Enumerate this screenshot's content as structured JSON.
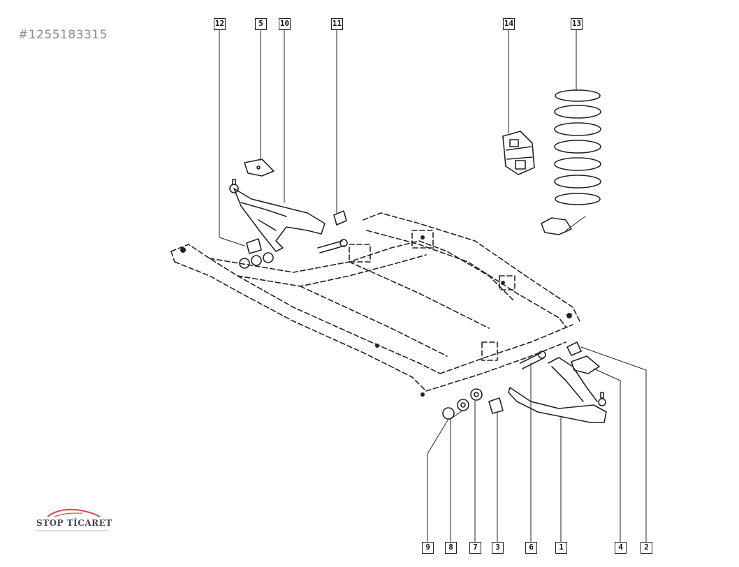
{
  "reference_id": "#1255183315",
  "watermark": {
    "text": "STOP TİCARET"
  },
  "callouts": [
    {
      "label": "12"
    },
    {
      "label": "5"
    },
    {
      "label": "10"
    },
    {
      "label": "11"
    },
    {
      "label": "14"
    },
    {
      "label": "13"
    },
    {
      "label": "9"
    },
    {
      "label": "8"
    },
    {
      "label": "7"
    },
    {
      "label": "3"
    },
    {
      "label": "6"
    },
    {
      "label": "1"
    },
    {
      "label": "4"
    },
    {
      "label": "2"
    }
  ],
  "colors": {
    "line": "#222222",
    "id_text": "#8a8a8a",
    "logo_accent": "#d24a4a"
  }
}
